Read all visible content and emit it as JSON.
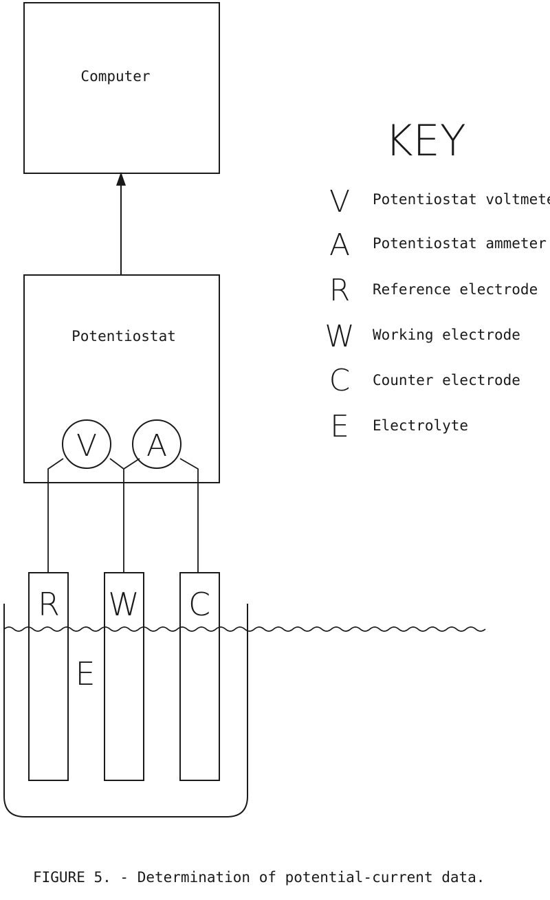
{
  "blocks": {
    "computer": "Computer",
    "potentiostat": "Potentiostat"
  },
  "meters": {
    "voltmeter": "V",
    "ammeter": "A"
  },
  "electrodes": {
    "reference": "R",
    "working": "W",
    "counter": "C"
  },
  "electrolyte": "E",
  "key": {
    "title": "KEY",
    "items": [
      {
        "symbol": "V",
        "label": "Potentiostat voltmeter"
      },
      {
        "symbol": "A",
        "label": "Potentiostat ammeter"
      },
      {
        "symbol": "R",
        "label": "Reference electrode"
      },
      {
        "symbol": "W",
        "label": "Working electrode"
      },
      {
        "symbol": "C",
        "label": "Counter electrode"
      },
      {
        "symbol": "E",
        "label": "Electrolyte"
      }
    ]
  },
  "caption": "FIGURE 5. - Determination of potential-current data."
}
